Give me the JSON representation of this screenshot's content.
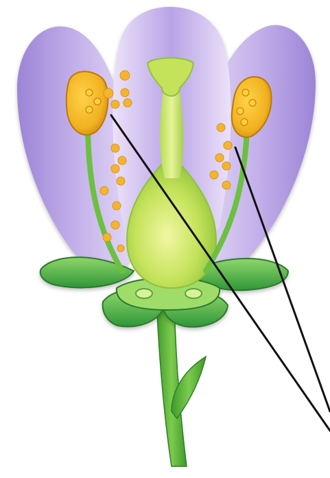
{
  "diagram": {
    "colors": {
      "petal_light": "#e7dcf6",
      "petal_mid": "#c2aeea",
      "petal_dark": "#9c84d6",
      "leaf_dark": "#2f9638",
      "leaf_light": "#8fd66a",
      "stem": "#55b23a",
      "pistil_light": "#f2f7a2",
      "pistil_mid": "#c4e25a",
      "pistil_dark": "#8fc23c",
      "anther": "#f1b120",
      "anther_edge": "#b97a08",
      "pollen": "#f3b52f",
      "pointer_line": "#111111"
    },
    "icons": [
      "petal-shape",
      "sepal-shape",
      "pistil-shape",
      "stamen-shape",
      "pollen-grain",
      "pointer-line"
    ]
  }
}
